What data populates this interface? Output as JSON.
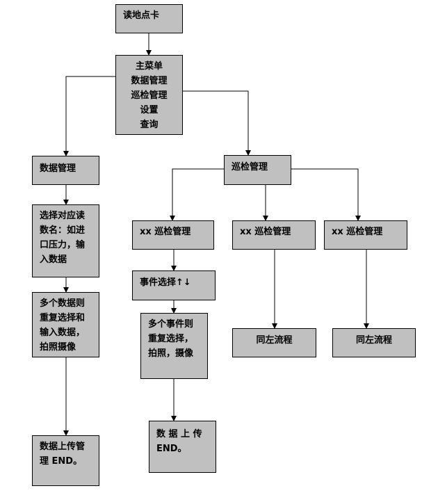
{
  "colors": {
    "box_fill": "#c0c0c0",
    "line": "#000000"
  },
  "nodes": {
    "read_card": "读地点卡",
    "main_menu": [
      "主菜单",
      "数据管理",
      "巡检管理",
      "设置",
      "查询"
    ],
    "data_mgmt": "数据管理",
    "select_data": [
      "选择对应读",
      "数名：如进",
      "口压力，输",
      "入数据"
    ],
    "repeat_data": [
      "多个数据则",
      "重复选择和",
      "输入数据，",
      "拍照摄像"
    ],
    "upload_left": [
      "数据上传管",
      "理 END。"
    ],
    "patrol_mgmt": "巡检管理",
    "xx1": "xx 巡检管理",
    "xx2": "xx 巡检管理",
    "xx3": "xx 巡检管理",
    "event_select": "事件选择↑↓",
    "repeat_event": [
      "多个事件则",
      "重复选择，",
      "拍照，摄像"
    ],
    "upload_mid": [
      "数 据 上 传",
      "END。"
    ],
    "same_left1": "同左流程",
    "same_left2": "同左流程"
  }
}
